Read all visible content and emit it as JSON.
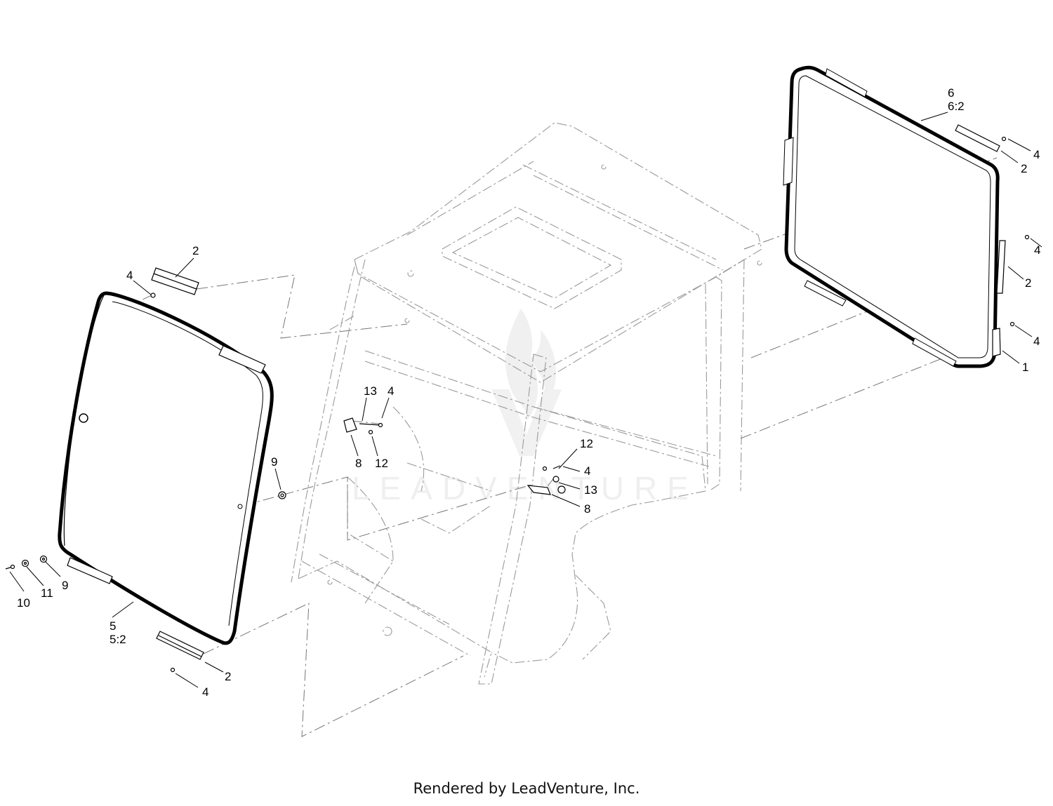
{
  "watermark": {
    "text": "LEADVENTURE",
    "color": "#dcdcdc"
  },
  "callouts": [
    {
      "id": "c-left-2-top",
      "text": "2"
    },
    {
      "id": "c-left-4-top",
      "text": "4"
    },
    {
      "id": "c-left-9",
      "text": "9"
    },
    {
      "id": "c-left-10",
      "text": "10"
    },
    {
      "id": "c-left-11",
      "text": "11"
    },
    {
      "id": "c-left-9b",
      "text": "9"
    },
    {
      "id": "c-left-5",
      "text": "5"
    },
    {
      "id": "c-left-5-2",
      "text": "5:2"
    },
    {
      "id": "c-left-2-bot",
      "text": "2"
    },
    {
      "id": "c-left-4-bot",
      "text": "4"
    },
    {
      "id": "c-mid-13-top",
      "text": "13"
    },
    {
      "id": "c-mid-4-top",
      "text": "4"
    },
    {
      "id": "c-mid-8-top",
      "text": "8"
    },
    {
      "id": "c-mid-12-top",
      "text": "12"
    },
    {
      "id": "c-mid-12-bot",
      "text": "12"
    },
    {
      "id": "c-mid-4-bot",
      "text": "4"
    },
    {
      "id": "c-mid-13-bot",
      "text": "13"
    },
    {
      "id": "c-mid-8-bot",
      "text": "8"
    },
    {
      "id": "c-right-6",
      "text": "6"
    },
    {
      "id": "c-right-6-2",
      "text": "6:2"
    },
    {
      "id": "c-right-4a",
      "text": "4"
    },
    {
      "id": "c-right-2a",
      "text": "2"
    },
    {
      "id": "c-right-4b",
      "text": "4"
    },
    {
      "id": "c-right-2b",
      "text": "2"
    },
    {
      "id": "c-right-4c",
      "text": "4"
    },
    {
      "id": "c-right-1",
      "text": "1"
    }
  ],
  "footer": {
    "text": "Rendered by LeadVenture, Inc."
  }
}
